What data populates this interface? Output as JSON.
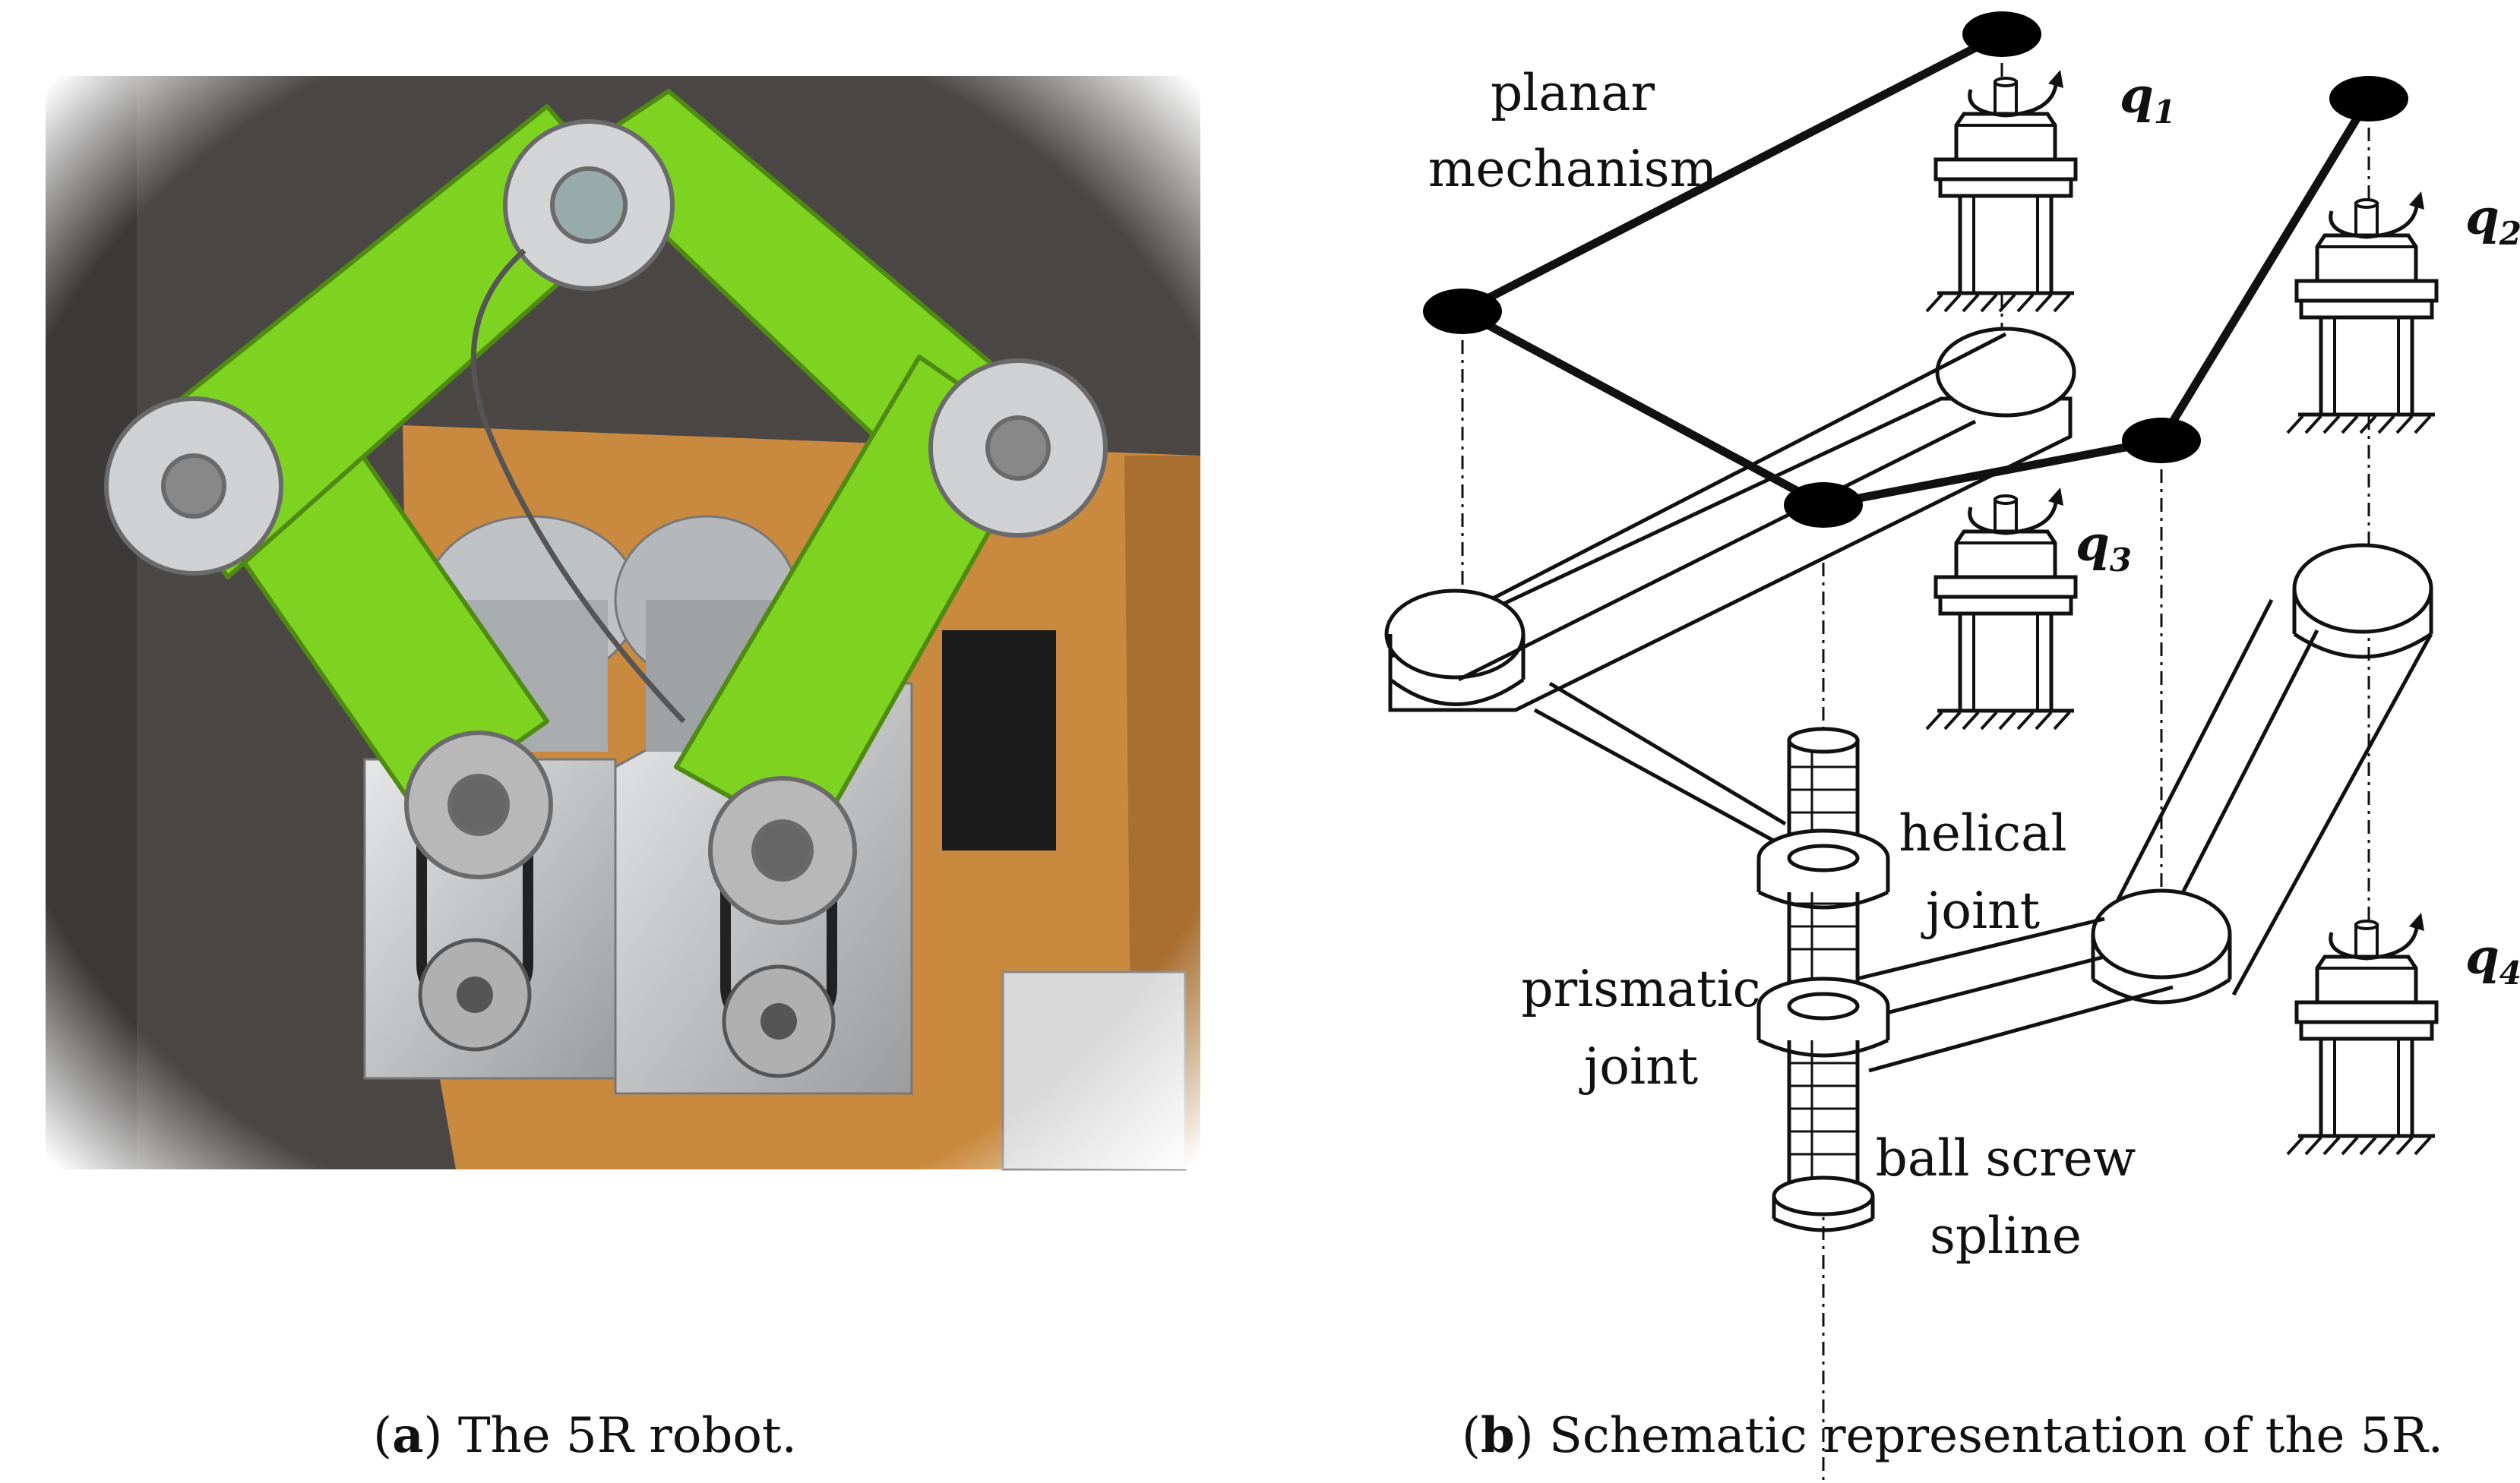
{
  "panel_a": {
    "caption_letter": "a",
    "caption_text": "The 5R robot."
  },
  "panel_b": {
    "caption_letter": "b",
    "caption_text": "Schematic representation of the 5R.",
    "labels": {
      "planar_1": "planar",
      "planar_2": "mechanism",
      "helical_1": "helical",
      "helical_2": "joint",
      "prismatic_1": "prismatic",
      "prismatic_2": "joint",
      "ballscrew_1": "ball screw",
      "ballscrew_2": "spline"
    },
    "motors": [
      {
        "symbol": "q",
        "sub": "1"
      },
      {
        "symbol": "q",
        "sub": "2"
      },
      {
        "symbol": "q",
        "sub": "3"
      },
      {
        "symbol": "q",
        "sub": "4"
      }
    ]
  },
  "colors": {
    "arm_green": "#7ed321",
    "wood": "#c98a3f",
    "wall": "#4a4745",
    "aluminium": "#c8cacc"
  }
}
